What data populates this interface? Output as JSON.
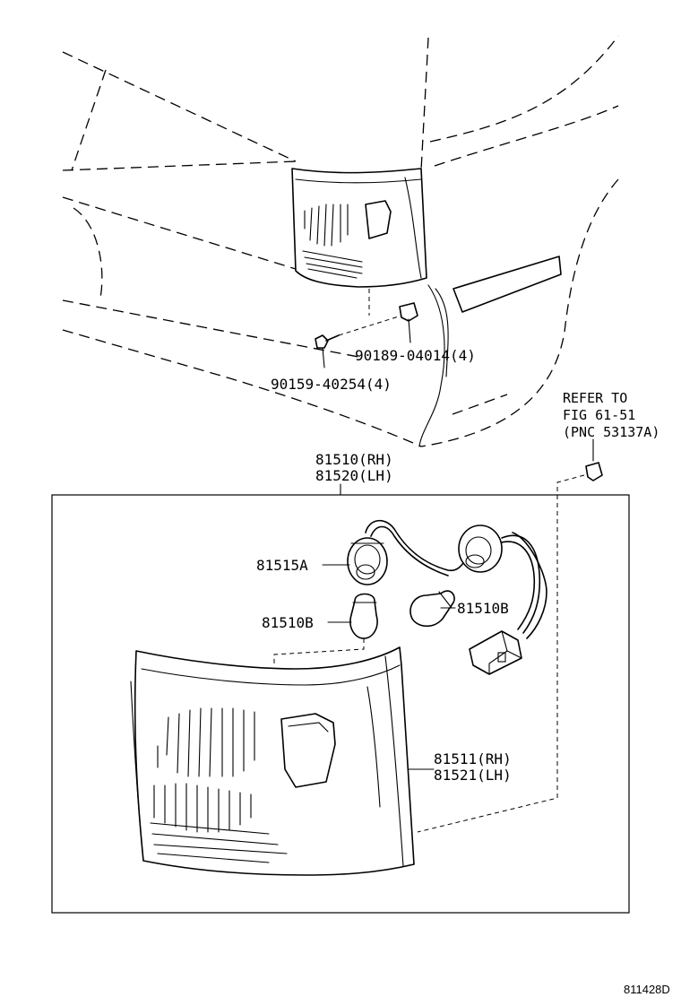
{
  "callouts": {
    "clip_part": "90189-04014(4)",
    "screw_part": "90159-40254(4)",
    "assembly_rh": "81510(RH)",
    "assembly_lh": "81520(LH)",
    "refer_line1": "REFER TO",
    "refer_line2": "FIG 61-51",
    "refer_line3": "(PNC 53137A)",
    "socket": "81515A",
    "bulb_left": "81510B",
    "bulb_right": "81510B",
    "lens_rh": "81511(RH)",
    "lens_lh": "81521(LH)"
  },
  "diagram_code": "811428D"
}
